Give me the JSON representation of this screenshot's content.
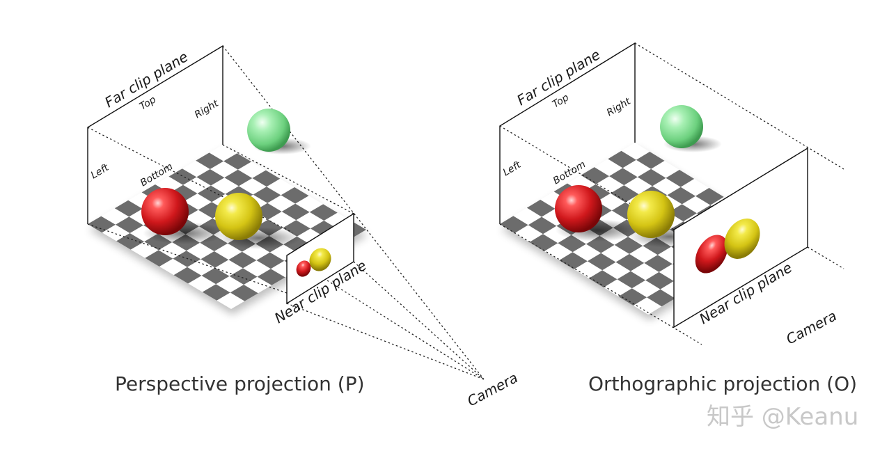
{
  "perspective": {
    "far_clip_plane": "Far clip plane",
    "top": "Top",
    "right": "Right",
    "left": "Left",
    "bottom": "Bottom",
    "near_clip_plane": "Near clip plane",
    "camera": "Camera",
    "caption": "Perspective projection (P)"
  },
  "orthographic": {
    "far_clip_plane": "Far clip plane",
    "top": "Top",
    "right": "Right",
    "left": "Left",
    "bottom": "Bottom",
    "near_clip_plane": "Near clip plane",
    "camera": "Camera",
    "caption": "Orthographic projection (O)"
  },
  "watermark": "知乎 @Keanu",
  "colors": {
    "sphere_red": "#d0181c",
    "sphere_yellow": "#e0d020",
    "sphere_green": "#78dc8c",
    "checker_dark": "#6c6c6c",
    "checker_light": "#ffffff"
  }
}
